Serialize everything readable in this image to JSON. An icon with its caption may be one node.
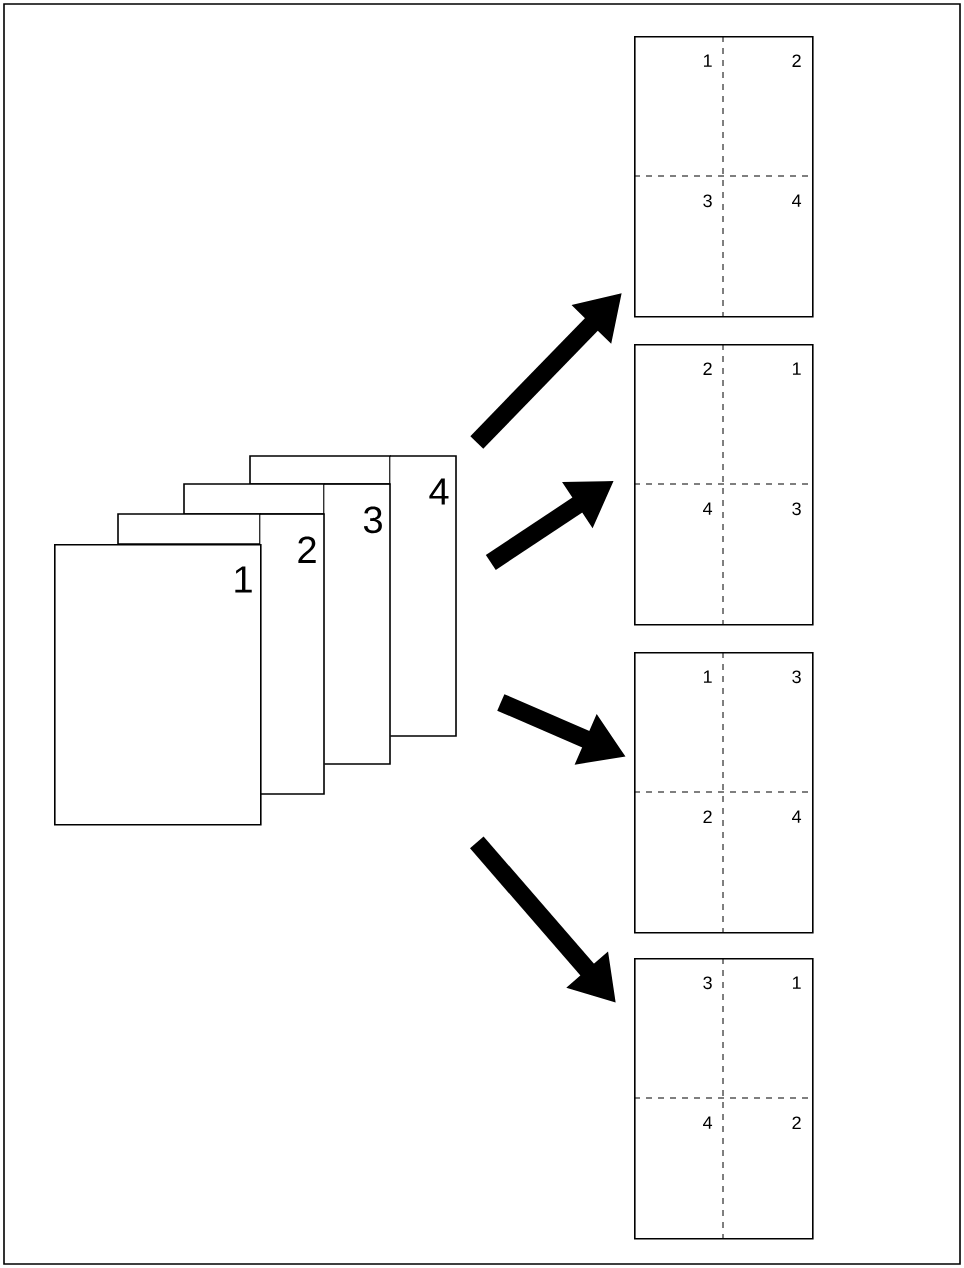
{
  "diagram": {
    "nodes": [
      {
        "text": [
          "1"
        ]
      },
      {
        "text": [
          "2"
        ]
      },
      {
        "text": [
          "3"
        ]
      },
      {
        "text": [
          "4"
        ]
      },
      {
        "text": [
          "1",
          "2",
          "3",
          "4"
        ]
      },
      {
        "text": [
          "2",
          "1",
          "4",
          "3"
        ]
      },
      {
        "text": [
          "1",
          "3",
          "2",
          "4"
        ]
      },
      {
        "text": [
          "3",
          "1",
          "4",
          "2"
        ]
      }
    ],
    "edges": [
      {
        "from": 3,
        "to": 4,
        "arrow": "to"
      },
      {
        "from": 3,
        "to": 5,
        "arrow": "to"
      },
      {
        "from": 3,
        "to": 6,
        "arrow": "to"
      },
      {
        "from": 3,
        "to": 7,
        "arrow": "to"
      }
    ]
  }
}
